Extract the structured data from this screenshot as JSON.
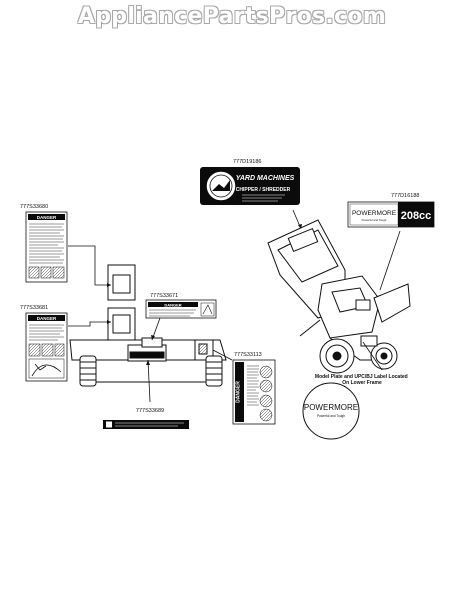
{
  "watermark": "AppliancePartsPros.com",
  "labels": {
    "decal_brand": "777D19186",
    "decal_208cc": "777D16188",
    "decal_warning_left": "777S33680",
    "decal_danger_left": "777S33681",
    "decal_danger_top": "777S33671",
    "decal_danger_right": "777S33113",
    "decal_bottom_strip": "777S33689"
  },
  "decals": {
    "brand_logo": "YARD MACHINES",
    "brand_subtitle": "CHIPPER / SHREDDER",
    "powermore_logo": "POWERMORE",
    "powermore_tagline": "Powerful and Tough",
    "engine_size": "208cc",
    "danger_word": "DANGER",
    "warning_word": "DANGER"
  },
  "notes": {
    "model_plate": "Model Plate and UPC/BJ Label Located On Lower Frame"
  },
  "colors": {
    "ink": "#111111",
    "decal_black": "#0b0b0b",
    "watermark_outline": "#a9a9a9"
  }
}
